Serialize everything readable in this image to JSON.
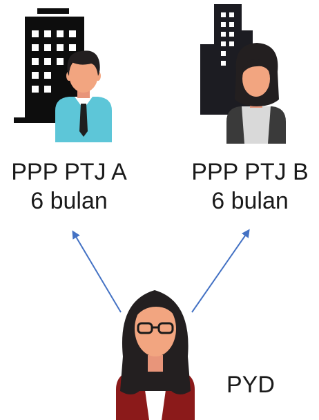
{
  "nodes": {
    "ptj_a": {
      "name": "PPP PTJ A",
      "duration": "6 bulan"
    },
    "ptj_b": {
      "name": "PPP PTJ B",
      "duration": "6 bulan"
    },
    "pyd": {
      "name": "PYD"
    }
  },
  "colors": {
    "arrow": "#4472C4",
    "building": "#0d0d0d",
    "skin": "#F2A580",
    "hair": "#231F20",
    "shirt_a": "#5DC6D8",
    "blazer_pyd": "#8B1A1A"
  },
  "icons": [
    "building-icon",
    "man-icon",
    "woman-icon",
    "woman-with-glasses-icon"
  ]
}
